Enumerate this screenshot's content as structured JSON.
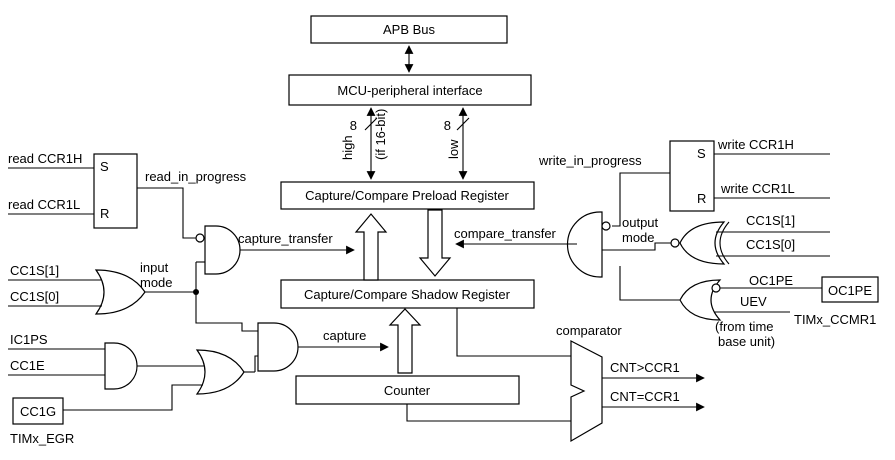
{
  "blocks": {
    "apb_bus": "APB Bus",
    "mcu_interface": "MCU-peripheral interface",
    "preload_register": "Capture/Compare Preload Register",
    "shadow_register": "Capture/Compare Shadow Register",
    "counter": "Counter",
    "oc1pe_box": "OC1PE",
    "cc1g_box": "CC1G"
  },
  "bus": {
    "high_width": "8",
    "low_width": "8",
    "high_label": "high",
    "high_note": "(if 16-bit)",
    "low_label": "low"
  },
  "signals": {
    "read_ccr1h": "read CCR1H",
    "read_ccr1l": "read CCR1L",
    "read_in_progress": "read_in_progress",
    "capture_transfer": "capture_transfer",
    "cc1s1_left": "CC1S[1]",
    "cc1s0_left": "CC1S[0]",
    "input_mode_1": "input",
    "input_mode_2": "mode",
    "ic1ps": "IC1PS",
    "cc1e": "CC1E",
    "capture": "capture",
    "write_in_progress": "write_in_progress",
    "write_ccr1h": "write CCR1H",
    "write_ccr1l": "write CCR1L",
    "compare_transfer": "compare_transfer",
    "output_mode_1": "output",
    "output_mode_2": "mode",
    "cc1s1_right": "CC1S[1]",
    "cc1s0_right": "CC1S[0]",
    "oc1pe": "OC1PE",
    "uev": "UEV",
    "uev_note_1": "(from time",
    "uev_note_2": "base unit)",
    "comparator": "comparator",
    "cnt_gt": "CNT>CCR1",
    "cnt_eq": "CNT=CCR1"
  },
  "latch": {
    "s": "S",
    "r": "R"
  },
  "registers": {
    "timx_ccmr1": "TIMx_CCMR1",
    "timx_egr": "TIMx_EGR"
  }
}
